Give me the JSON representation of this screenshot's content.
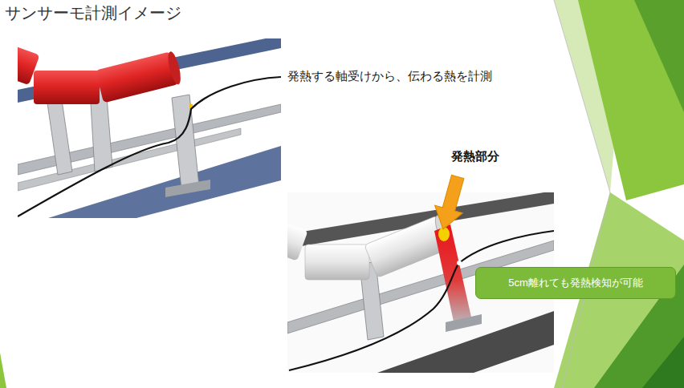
{
  "diagram": {
    "title": "サンサーモ計測イメージ",
    "nodes": [
      {
        "text": [
          "5cm離れても発熱検知が可能"
        ]
      }
    ],
    "labels": [
      "発熱する軸受けから、伝わる熱を計測",
      "発熱部分"
    ]
  }
}
